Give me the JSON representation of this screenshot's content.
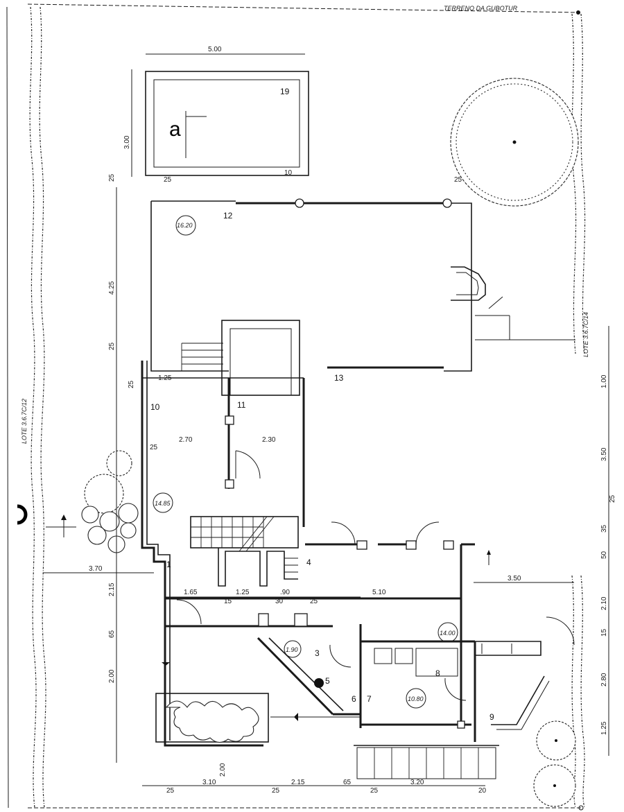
{
  "plan": {
    "boundary_top_label": "TERRENO DA GUBOTUR",
    "left_lot_label": "LOTE 3.6.7C/12",
    "right_lot_label": "LOTE 3.6.7C/14",
    "section_marker": "a",
    "room_numbers": [
      "1",
      "3",
      "4",
      "5",
      "6",
      "7",
      "8",
      "9",
      "10",
      "11",
      "12",
      "13",
      "19"
    ],
    "area_labels": [
      "16.20",
      "14.85",
      "14.00",
      "10.80",
      "1.90"
    ],
    "dimensions": {
      "pool_width": "5.00",
      "pool_depth": "3.00",
      "left_425": "4.25",
      "left_215": "2.15",
      "left_65": "65",
      "left_200": "2.00",
      "left_25a": "25",
      "left_25b": "25",
      "left_25c": "25",
      "left_25d": "25",
      "bottom_200": "2.00",
      "setback_370": "3.70",
      "setback_350": "3.50",
      "int_125": "1.25",
      "int_270": "2.70",
      "int_230": "2.30",
      "int_165": "1.65",
      "int_125b": "1.25",
      "int_90": ".90",
      "int_510": "5.10",
      "int_15": "15",
      "int_30": "30",
      "int_25": "25",
      "bot_310": "3.10",
      "bot_215": "2.15",
      "bot_65": "65",
      "bot_320": "3.20",
      "bot_25a": "25",
      "bot_25b": "25",
      "bot_25c": "25",
      "bot_20": "20",
      "right_100": "1.00",
      "right_350": "3.50",
      "right_25": "25",
      "right_35": "35",
      "right_50": "50",
      "right_210": "2.10",
      "right_15": "15",
      "right_280": "2.80",
      "right_125": "1.25",
      "tree_25": "25",
      "pool_25": "25",
      "pool_10": "10"
    }
  }
}
